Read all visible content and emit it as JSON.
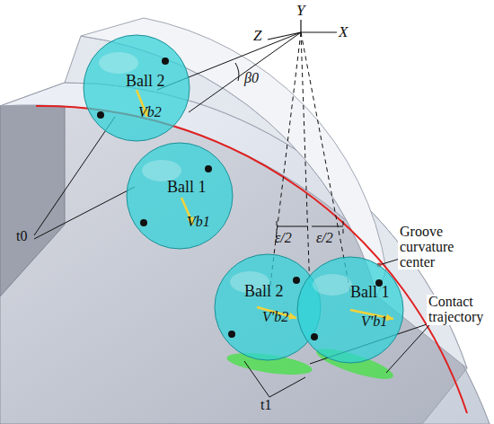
{
  "diagram": {
    "nodes": [
      {
        "text": [
          "Ball 2",
          "Vb2"
        ]
      },
      {
        "text": [
          "Ball 1",
          "Vb1"
        ]
      },
      {
        "text": [
          "Ball 2",
          "V'b2"
        ]
      },
      {
        "text": [
          "Ball 1",
          "V'b1"
        ]
      }
    ],
    "labels": [
      "Y",
      "Z",
      "X",
      "β0",
      "ε/2",
      "ε/2",
      "t0",
      "t1",
      "Groove curvature center",
      "Contact trajectory"
    ]
  }
}
